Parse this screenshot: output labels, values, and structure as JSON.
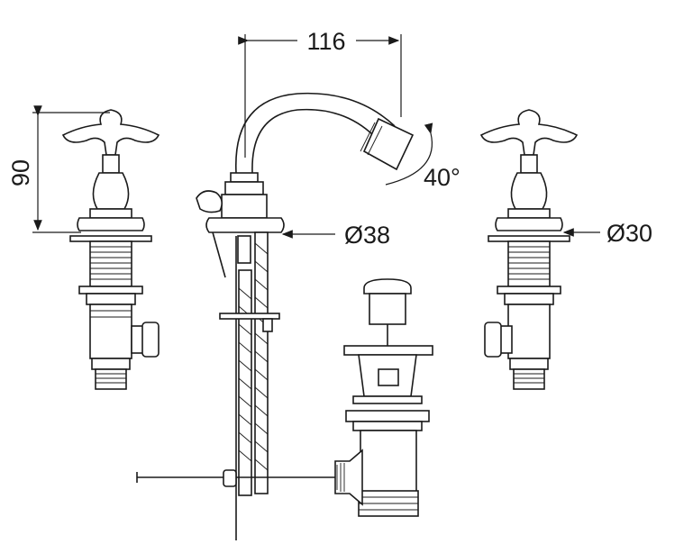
{
  "drawing": {
    "dimensions": {
      "spout_reach": "116",
      "handle_height": "90",
      "swivel_angle": "40°",
      "spout_base_diameter": "Ø38",
      "valve_flange_diameter": "Ø30"
    }
  }
}
